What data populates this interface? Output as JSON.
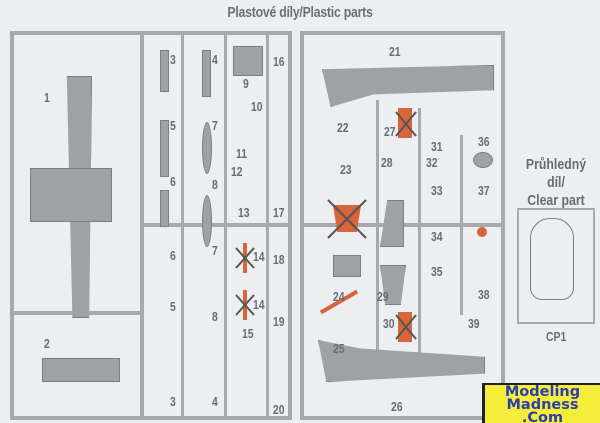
{
  "header": {
    "title": "Plastové díly/Plastic parts"
  },
  "parts": {
    "left_top": [
      "1",
      "3",
      "4",
      "16",
      "9",
      "10",
      "5",
      "7",
      "11",
      "12",
      "6",
      "8",
      "13",
      "17"
    ],
    "left_bottom": [
      "6",
      "7",
      "14",
      "18",
      "14",
      "5",
      "8",
      "19",
      "15",
      "2",
      "3",
      "4",
      "20"
    ],
    "right_top": [
      "21",
      "22",
      "27",
      "31",
      "36",
      "28",
      "32",
      "23",
      "33",
      "37"
    ],
    "right_bottom": [
      "34",
      "35",
      "24",
      "29",
      "38",
      "39",
      "25",
      "30",
      "26"
    ]
  },
  "clear": {
    "title_line1": "Průhledný díl/",
    "title_line2": "Clear part",
    "label": "CP1"
  },
  "watermark": {
    "line1": "Modeling",
    "line2": "Madness",
    "line3": ".Com"
  },
  "colors": {
    "sprue": "#a7a9ac",
    "removed_part": "#d8643a",
    "watermark_bg": "#f4ee3a",
    "watermark_text": "#2c3cb0"
  }
}
